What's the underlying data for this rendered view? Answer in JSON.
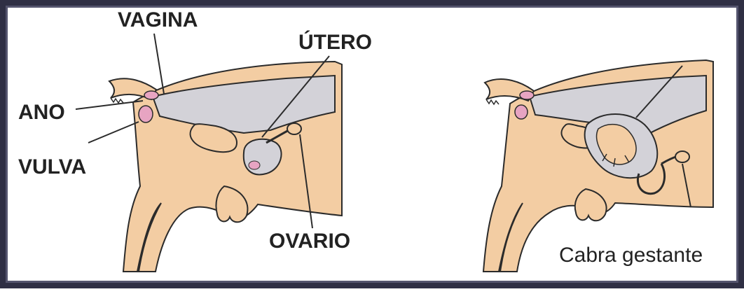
{
  "colors": {
    "body": "#f3cda3",
    "organ": "#d3d2d8",
    "outline": "#2b2b2b",
    "pink": "#e7a4c2",
    "frame": "#2f2f44"
  },
  "labels": {
    "vagina": "VAGINA",
    "utero": "ÚTERO",
    "ano": "ANO",
    "vulva": "VULVA",
    "ovario": "OVARIO",
    "caption": "Cabra gestante"
  }
}
